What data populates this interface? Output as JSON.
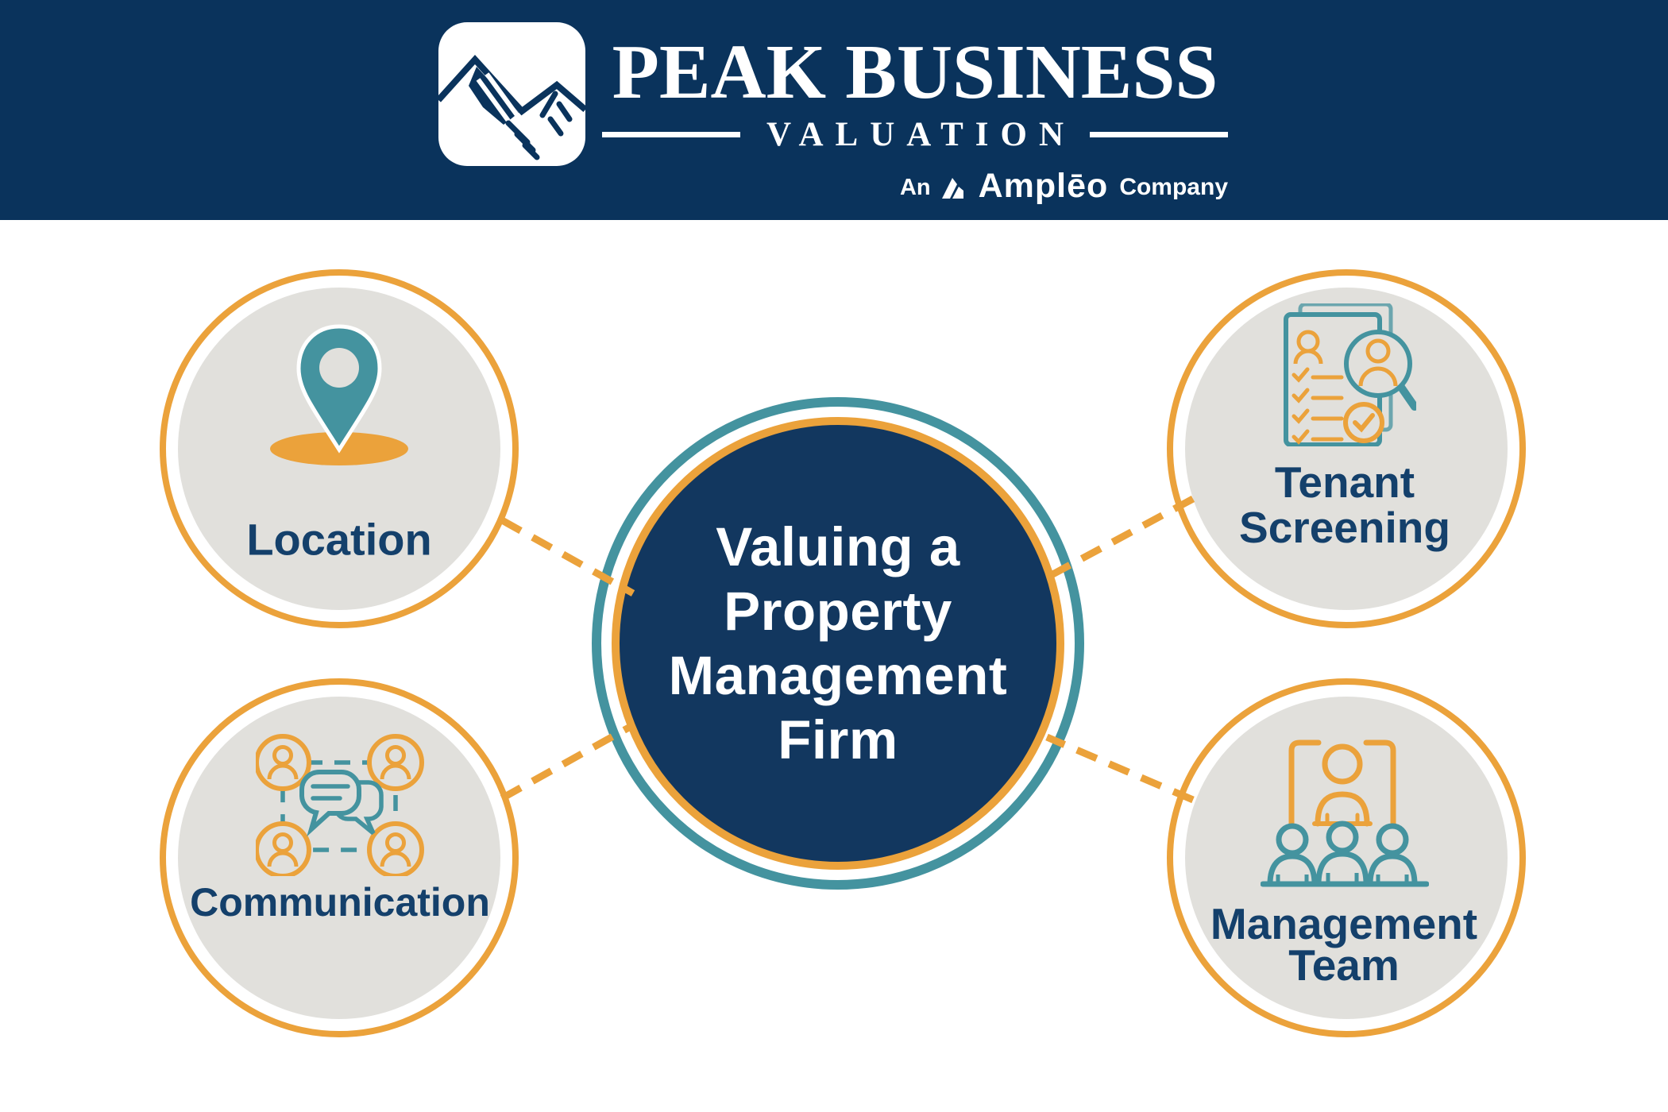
{
  "colors": {
    "header_navy": "#0A335C",
    "hub_navy": "#12375F",
    "orange": "#EBA23B",
    "teal": "#44939F",
    "circle_gray": "#E1E0DC",
    "label_navy": "#14406B",
    "white": "#FFFFFF"
  },
  "header": {
    "brand_line1": "PEAK BUSINESS",
    "brand_line2": "VALUATION",
    "tagline_prefix": "An",
    "tagline_brand": "Amplēo",
    "tagline_suffix": "Company"
  },
  "center": {
    "title": "Valuing a Property Management Firm",
    "lines": [
      "Valuing a",
      "Property",
      "Management",
      "Firm"
    ]
  },
  "nodes": [
    {
      "id": "location",
      "label": "Location",
      "label_lines": [
        "Location"
      ],
      "icon": "map-pin-icon"
    },
    {
      "id": "tenant-screening",
      "label": "Tenant Screening",
      "label_lines": [
        "Tenant",
        "Screening"
      ],
      "icon": "tenant-screening-icon"
    },
    {
      "id": "communication",
      "label": "Communication",
      "label_lines": [
        "Communication"
      ],
      "icon": "communication-icon"
    },
    {
      "id": "management-team",
      "label": "Management Team",
      "label_lines": [
        "Management",
        "Team"
      ],
      "icon": "management-team-icon"
    }
  ]
}
